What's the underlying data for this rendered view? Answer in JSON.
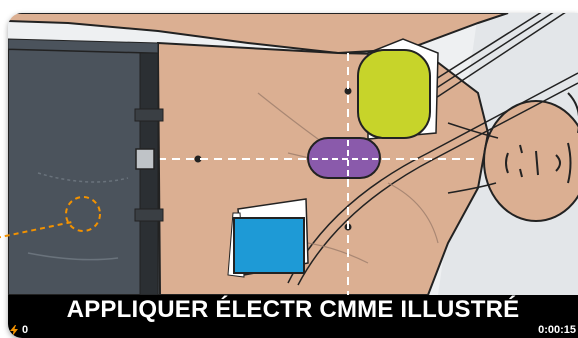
{
  "prompt": {
    "message": "APPLIQUER ÉLECTR CMME ILLUSTRÉ"
  },
  "status": {
    "shock_count": "0",
    "elapsed_time": "0:00:15"
  },
  "icons": {
    "shock": "lightning-bolt-icon"
  },
  "colors": {
    "skin": "#dbaf92",
    "pants": "#4b535c",
    "pad_upper": "#c7d42a",
    "pad_lower": "#1e9ad6",
    "heart": "#8a5aab",
    "callout": "#f39200",
    "bar": "#000000"
  }
}
